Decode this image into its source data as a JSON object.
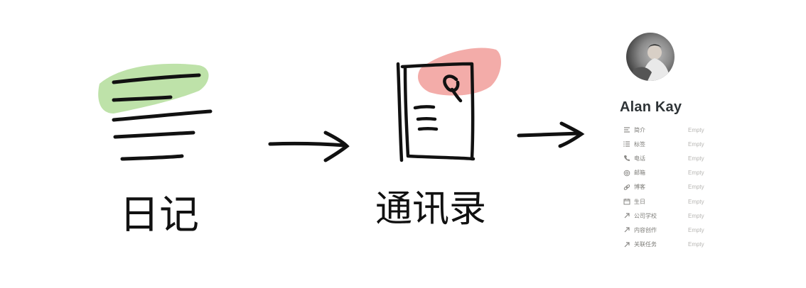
{
  "profile": {
    "name": "Alan Kay",
    "properties": [
      {
        "icon": "text-lines-icon",
        "label": "简介",
        "value": "Empty"
      },
      {
        "icon": "bullet-list-icon",
        "label": "标签",
        "value": "Empty"
      },
      {
        "icon": "phone-icon",
        "label": "电话",
        "value": "Empty"
      },
      {
        "icon": "at-sign-icon",
        "label": "邮箱",
        "value": "Empty"
      },
      {
        "icon": "link-icon",
        "label": "博客",
        "value": "Empty"
      },
      {
        "icon": "calendar-icon",
        "label": "生日",
        "value": "Empty"
      },
      {
        "icon": "relation-arrow-icon",
        "label": "公司学校",
        "value": "Empty"
      },
      {
        "icon": "relation-arrow-icon",
        "label": "内容创作",
        "value": "Empty"
      },
      {
        "icon": "relation-arrow-icon",
        "label": "关联任务",
        "value": "Empty"
      }
    ]
  },
  "sketch": {
    "diary_label": "日记",
    "contacts_label": "通讯录",
    "highlight_green": "#b7dfa0",
    "highlight_pink": "#f2a3a0",
    "ink": "#111111"
  }
}
